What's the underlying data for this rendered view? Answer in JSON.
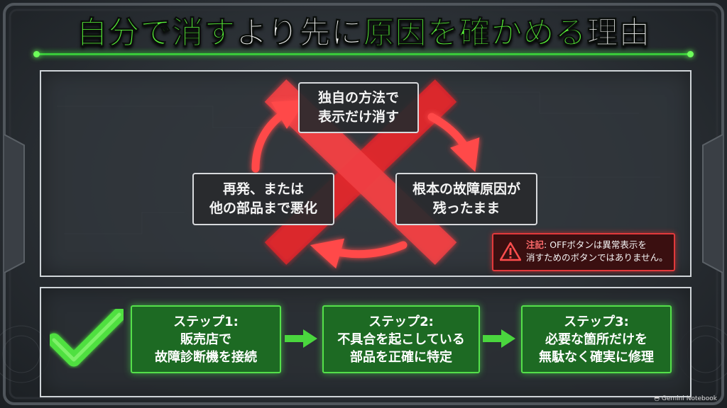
{
  "title": {
    "part1": "自分で消す",
    "part2": "より先に",
    "part3": "原因を確かめる",
    "part4": "理由"
  },
  "cycle": {
    "top_line1": "独自の方法で",
    "top_line2": "表示だけ消す",
    "right_line1": "根本の故障原因が",
    "right_line2": "残ったまま",
    "left_line1": "再発、または",
    "left_line2": "他の部品まで悪化"
  },
  "note": {
    "label": "注記",
    "line1": "OFFボタンは異常表示を",
    "line2": "消すためのボタンではありません。"
  },
  "steps": [
    {
      "heading": "ステップ1:",
      "line1": "販売店で",
      "line2": "故障診断機を接続"
    },
    {
      "heading": "ステップ2:",
      "line1": "不具合を起こしている",
      "line2": "部品を正確に特定"
    },
    {
      "heading": "ステップ3:",
      "line1": "必要な箇所だけを",
      "line2": "無駄なく確実に修理"
    }
  ],
  "brand": "Gemini Notebook",
  "icons": {
    "cross": "cross-mark-icon",
    "check": "check-mark-icon",
    "warning": "warning-icon",
    "arrow": "arrow-right-icon",
    "cycle_arrow": "cycle-arrow-icon"
  },
  "colors": {
    "accent_green": "#5cff3a",
    "danger_red": "#ff3a3a",
    "step_bg": "#1d6a23",
    "panel_border": "#cfd4d8"
  }
}
